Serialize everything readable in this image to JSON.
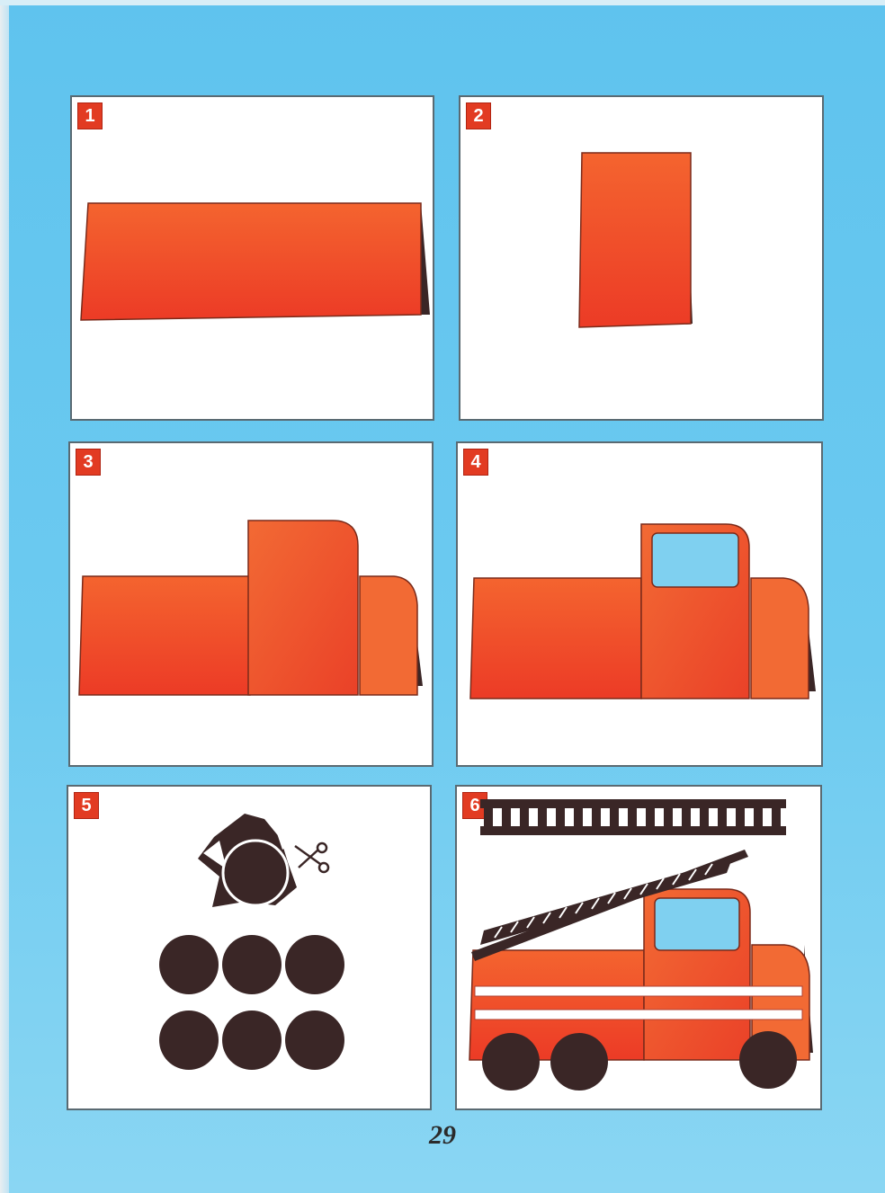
{
  "steps": [
    {
      "number": "1"
    },
    {
      "number": "2"
    },
    {
      "number": "3"
    },
    {
      "number": "4"
    },
    {
      "number": "5"
    },
    {
      "number": "6"
    }
  ],
  "page_number": "29",
  "colors": {
    "background": "#66c7ef",
    "paper_red": "#f0502a",
    "dark_brown": "#3a2626",
    "window_blue": "#7fd0f0",
    "number_badge": "#e23b22"
  },
  "icons": [
    "scissors-icon"
  ]
}
